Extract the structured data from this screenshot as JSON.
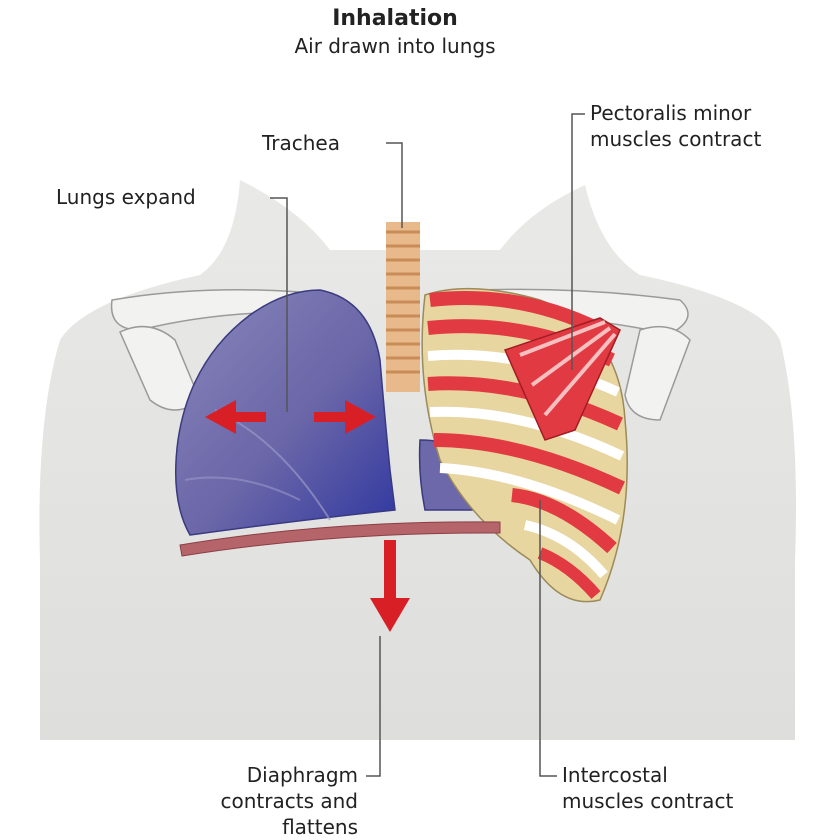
{
  "header": {
    "title": "Inhalation",
    "subtitle": "Air drawn into lungs"
  },
  "labels": {
    "trachea": "Trachea",
    "lungs": "Lungs expand",
    "pectoralis": "Pectoralis minor\nmuscles contract",
    "diaphragm": "Diaphragm\ncontracts and\nflattens",
    "intercostal": "Intercostal\nmuscles contract"
  },
  "colors": {
    "body": "#e4e4e2",
    "lung": "#6f6aa6",
    "lung_dark": "#3b3fa0",
    "muscle": "#e23a43",
    "rib": "#e6cf8f",
    "bone": "#f0f0ee",
    "diaphragm": "#b5646a",
    "arrow": "#d81f26"
  }
}
